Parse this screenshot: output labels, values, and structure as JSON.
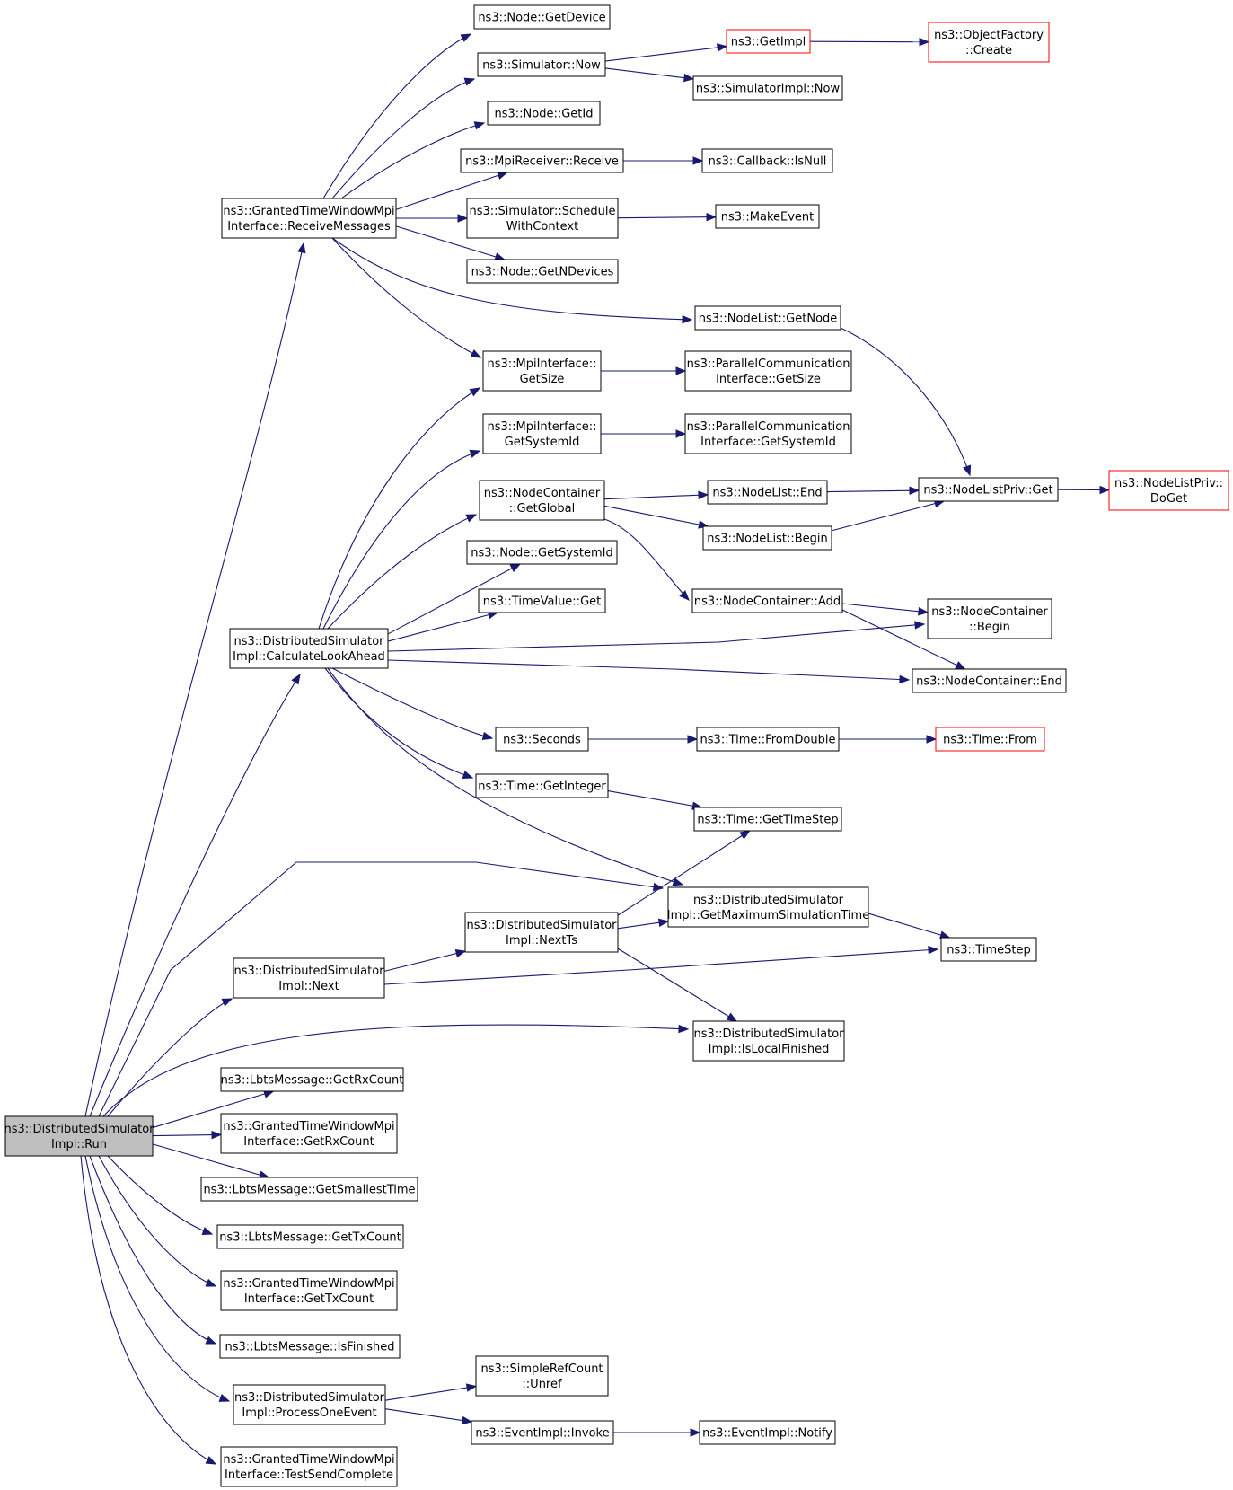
{
  "colors": {
    "edge": "#191970",
    "border_default": "#000000",
    "border_truncated": "#ff0000",
    "root_fill": "#bfbfbf",
    "node_fill": "#ffffff"
  },
  "nodes": [
    {
      "id": "run",
      "lines": [
        "ns3::DistributedSimulator",
        "Impl::Run"
      ],
      "style": "root"
    },
    {
      "id": "recvmsg",
      "lines": [
        "ns3::GrantedTimeWindowMpi",
        "Interface::ReceiveMessages"
      ]
    },
    {
      "id": "calclook",
      "lines": [
        "ns3::DistributedSimulator",
        "Impl::CalculateLookAhead"
      ]
    },
    {
      "id": "next",
      "lines": [
        "ns3::DistributedSimulator",
        "Impl::Next"
      ]
    },
    {
      "id": "lbtsrx",
      "lines": [
        "ns3::LbtsMessage::GetRxCount"
      ]
    },
    {
      "id": "gtwrx",
      "lines": [
        "ns3::GrantedTimeWindowMpi",
        "Interface::GetRxCount"
      ]
    },
    {
      "id": "lbtssmall",
      "lines": [
        "ns3::LbtsMessage::GetSmallestTime"
      ]
    },
    {
      "id": "lbtstx",
      "lines": [
        "ns3::LbtsMessage::GetTxCount"
      ]
    },
    {
      "id": "gtwtx",
      "lines": [
        "ns3::GrantedTimeWindowMpi",
        "Interface::GetTxCount"
      ]
    },
    {
      "id": "lbtsfin",
      "lines": [
        "ns3::LbtsMessage::IsFinished"
      ]
    },
    {
      "id": "procone",
      "lines": [
        "ns3::DistributedSimulator",
        "Impl::ProcessOneEvent"
      ]
    },
    {
      "id": "testsend",
      "lines": [
        "ns3::GrantedTimeWindowMpi",
        "Interface::TestSendComplete"
      ]
    },
    {
      "id": "getdevice",
      "lines": [
        "ns3::Node::GetDevice"
      ]
    },
    {
      "id": "simnow",
      "lines": [
        "ns3::Simulator::Now"
      ]
    },
    {
      "id": "getid",
      "lines": [
        "ns3::Node::GetId"
      ]
    },
    {
      "id": "mpirecv",
      "lines": [
        "ns3::MpiReceiver::Receive"
      ]
    },
    {
      "id": "schedctx",
      "lines": [
        "ns3::Simulator::Schedule",
        "WithContext"
      ]
    },
    {
      "id": "getndev",
      "lines": [
        "ns3::Node::GetNDevices"
      ]
    },
    {
      "id": "mpisize",
      "lines": [
        "ns3::MpiInterface::",
        "GetSize"
      ]
    },
    {
      "id": "mpisysid",
      "lines": [
        "ns3::MpiInterface::",
        "GetSystemId"
      ]
    },
    {
      "id": "ncglobal",
      "lines": [
        "ns3::NodeContainer",
        "::GetGlobal"
      ]
    },
    {
      "id": "nodesysid",
      "lines": [
        "ns3::Node::GetSystemId"
      ]
    },
    {
      "id": "timevalget",
      "lines": [
        "ns3::TimeValue::Get"
      ]
    },
    {
      "id": "seconds",
      "lines": [
        "ns3::Seconds"
      ]
    },
    {
      "id": "getinteger",
      "lines": [
        "ns3::Time::GetInteger"
      ]
    },
    {
      "id": "nextts",
      "lines": [
        "ns3::DistributedSimulator",
        "Impl::NextTs"
      ]
    },
    {
      "id": "simpleunref",
      "lines": [
        "ns3::SimpleRefCount",
        "::Unref"
      ]
    },
    {
      "id": "evinvoke",
      "lines": [
        "ns3::EventImpl::Invoke"
      ]
    },
    {
      "id": "getimpl",
      "lines": [
        "ns3::GetImpl"
      ],
      "style": "truncated"
    },
    {
      "id": "simimplnow",
      "lines": [
        "ns3::SimulatorImpl::Now"
      ]
    },
    {
      "id": "cbisnull",
      "lines": [
        "ns3::Callback::IsNull"
      ]
    },
    {
      "id": "makeevent",
      "lines": [
        "ns3::MakeEvent"
      ]
    },
    {
      "id": "nlgetnode",
      "lines": [
        "ns3::NodeList::GetNode"
      ]
    },
    {
      "id": "pcigetsize",
      "lines": [
        "ns3::ParallelCommunication",
        "Interface::GetSize"
      ]
    },
    {
      "id": "pcigetsysid",
      "lines": [
        "ns3::ParallelCommunication",
        "Interface::GetSystemId"
      ]
    },
    {
      "id": "nlend",
      "lines": [
        "ns3::NodeList::End"
      ]
    },
    {
      "id": "nlbegin",
      "lines": [
        "ns3::NodeList::Begin"
      ]
    },
    {
      "id": "ncadd",
      "lines": [
        "ns3::NodeContainer::Add"
      ]
    },
    {
      "id": "timefromdouble",
      "lines": [
        "ns3::Time::FromDouble"
      ]
    },
    {
      "id": "gettimestep",
      "lines": [
        "ns3::Time::GetTimeStep"
      ]
    },
    {
      "id": "getmaxsim",
      "lines": [
        "ns3::DistributedSimulator",
        "Impl::GetMaximumSimulationTime"
      ]
    },
    {
      "id": "islocalfin",
      "lines": [
        "ns3::DistributedSimulator",
        "Impl::IsLocalFinished"
      ]
    },
    {
      "id": "evnotify",
      "lines": [
        "ns3::EventImpl::Notify"
      ]
    },
    {
      "id": "objfactcreate",
      "lines": [
        "ns3::ObjectFactory",
        "::Create"
      ],
      "style": "truncated"
    },
    {
      "id": "nlprivget",
      "lines": [
        "ns3::NodeListPriv::Get"
      ]
    },
    {
      "id": "ncbegin",
      "lines": [
        "ns3::NodeContainer",
        "::Begin"
      ]
    },
    {
      "id": "ncend",
      "lines": [
        "ns3::NodeContainer::End"
      ]
    },
    {
      "id": "timefrom",
      "lines": [
        "ns3::Time::From"
      ],
      "style": "truncated"
    },
    {
      "id": "timestep",
      "lines": [
        "ns3::TimeStep"
      ]
    },
    {
      "id": "nlprivdoget",
      "lines": [
        "ns3::NodeListPriv::",
        "DoGet"
      ],
      "style": "truncated"
    }
  ],
  "edges": [
    [
      "run",
      "recvmsg"
    ],
    [
      "run",
      "calclook"
    ],
    [
      "run",
      "getmaxsim"
    ],
    [
      "run",
      "next"
    ],
    [
      "run",
      "islocalfin"
    ],
    [
      "run",
      "lbtsrx"
    ],
    [
      "run",
      "gtwrx"
    ],
    [
      "run",
      "lbtssmall"
    ],
    [
      "run",
      "lbtstx"
    ],
    [
      "run",
      "gtwtx"
    ],
    [
      "run",
      "lbtsfin"
    ],
    [
      "run",
      "procone"
    ],
    [
      "run",
      "testsend"
    ],
    [
      "recvmsg",
      "getdevice"
    ],
    [
      "recvmsg",
      "simnow"
    ],
    [
      "recvmsg",
      "getid"
    ],
    [
      "recvmsg",
      "mpirecv"
    ],
    [
      "recvmsg",
      "schedctx"
    ],
    [
      "recvmsg",
      "getndev"
    ],
    [
      "recvmsg",
      "nlgetnode"
    ],
    [
      "recvmsg",
      "mpisize"
    ],
    [
      "simnow",
      "getimpl"
    ],
    [
      "simnow",
      "simimplnow"
    ],
    [
      "getimpl",
      "objfactcreate"
    ],
    [
      "mpirecv",
      "cbisnull"
    ],
    [
      "schedctx",
      "makeevent"
    ],
    [
      "nlgetnode",
      "nlprivget"
    ],
    [
      "mpisize",
      "pcigetsize"
    ],
    [
      "mpisysid",
      "pcigetsysid"
    ],
    [
      "calclook",
      "mpisize"
    ],
    [
      "calclook",
      "mpisysid"
    ],
    [
      "calclook",
      "ncglobal"
    ],
    [
      "calclook",
      "nodesysid"
    ],
    [
      "calclook",
      "timevalget"
    ],
    [
      "calclook",
      "ncbegin"
    ],
    [
      "calclook",
      "ncend"
    ],
    [
      "calclook",
      "seconds"
    ],
    [
      "calclook",
      "getinteger"
    ],
    [
      "calclook",
      "getmaxsim"
    ],
    [
      "ncglobal",
      "nlend"
    ],
    [
      "ncglobal",
      "nlbegin"
    ],
    [
      "ncglobal",
      "ncadd"
    ],
    [
      "nlend",
      "nlprivget"
    ],
    [
      "nlbegin",
      "nlprivget"
    ],
    [
      "nlprivget",
      "nlprivdoget"
    ],
    [
      "ncadd",
      "ncbegin"
    ],
    [
      "ncadd",
      "ncend"
    ],
    [
      "seconds",
      "timefromdouble"
    ],
    [
      "timefromdouble",
      "timefrom"
    ],
    [
      "getinteger",
      "gettimestep"
    ],
    [
      "next",
      "nextts"
    ],
    [
      "next",
      "timestep"
    ],
    [
      "nextts",
      "gettimestep"
    ],
    [
      "nextts",
      "getmaxsim"
    ],
    [
      "nextts",
      "islocalfin"
    ],
    [
      "getmaxsim",
      "timestep"
    ],
    [
      "procone",
      "simpleunref"
    ],
    [
      "procone",
      "evinvoke"
    ],
    [
      "evinvoke",
      "evnotify"
    ]
  ]
}
